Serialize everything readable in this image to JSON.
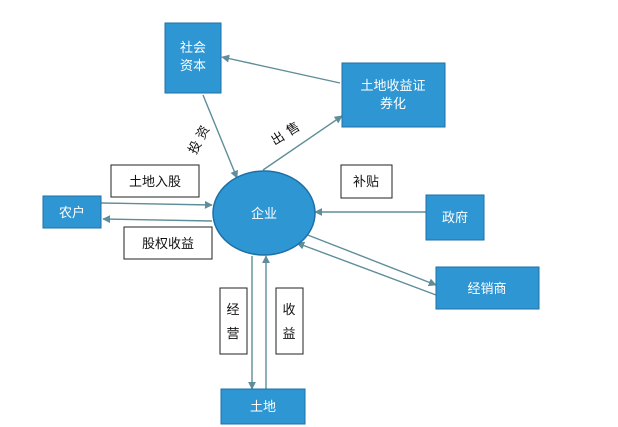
{
  "colors": {
    "node_fill": "#2E97D3",
    "node_stroke": "#1D6FA6",
    "arrow": "#5E8E99",
    "label_border": "#222222"
  },
  "nodes": {
    "capital": [
      "社会",
      "资本"
    ],
    "securitization": [
      "土地收益证",
      "券化"
    ],
    "farmer": "农户",
    "enterprise": "企业",
    "government": "政府",
    "distributor": "经销商",
    "land": "土地"
  },
  "labels": {
    "land_share": "土地入股",
    "equity_income": "股权收益",
    "subsidy": "补贴",
    "investment": [
      "投",
      "资"
    ],
    "sale": [
      "出",
      "售"
    ],
    "operation": [
      "经",
      "营"
    ],
    "revenue": [
      "收",
      "益"
    ]
  }
}
